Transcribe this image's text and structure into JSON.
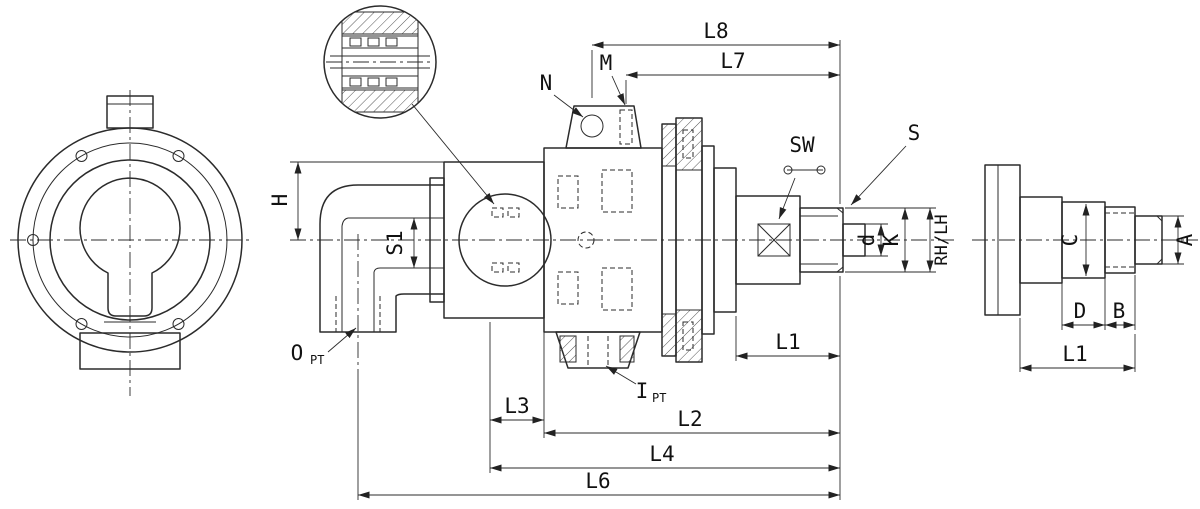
{
  "title": "Rotary joint technical drawing",
  "labels": {
    "top": {
      "L8": "L8",
      "L7": "L7",
      "M": "M",
      "N": "N",
      "SW": "SW",
      "S": "S"
    },
    "left": {
      "H": "H",
      "S1": "S1",
      "O": "O",
      "O_sub": "PT"
    },
    "bottom": {
      "I": "I",
      "I_sub": "PT",
      "L3": "L3",
      "L2": "L2",
      "L1": "L1",
      "L4": "L4",
      "L6": "L6"
    },
    "shaft": {
      "d": "d",
      "K": "K",
      "RHLH": "RH/LH"
    },
    "side": {
      "C": "C",
      "A": "A",
      "D": "D",
      "B": "B",
      "L1": "L1"
    }
  }
}
